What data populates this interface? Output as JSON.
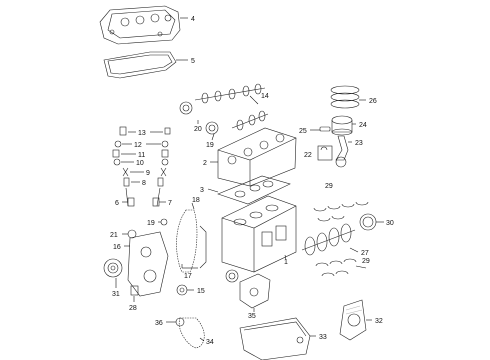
{
  "diagram": {
    "parts": [
      {
        "id": "valve-cover",
        "label": "4"
      },
      {
        "id": "cover-gasket",
        "label": "5"
      },
      {
        "id": "camshaft-intake",
        "label": "14"
      },
      {
        "id": "camshaft-exhaust",
        "label": "19"
      },
      {
        "id": "cam-gear",
        "label": "20"
      },
      {
        "id": "piston-rings",
        "label": "26"
      },
      {
        "id": "piston",
        "label": "24"
      },
      {
        "id": "pin",
        "label": "25"
      },
      {
        "id": "bearing-clip",
        "label": "22"
      },
      {
        "id": "connecting-rod",
        "label": "23"
      },
      {
        "id": "valve-13",
        "label": "13"
      },
      {
        "id": "valve-12",
        "label": "12"
      },
      {
        "id": "valve-11",
        "label": "11"
      },
      {
        "id": "valve-10",
        "label": "10"
      },
      {
        "id": "valve-9",
        "label": "9"
      },
      {
        "id": "valve-8",
        "label": "8"
      },
      {
        "id": "cylinder-head",
        "label": "2"
      },
      {
        "id": "head-gasket",
        "label": "3"
      },
      {
        "id": "main-bearings-top",
        "label": "29"
      },
      {
        "id": "rear-seal",
        "label": "30"
      },
      {
        "id": "crankshaft",
        "label": "27"
      },
      {
        "id": "main-bearings-bottom",
        "label": "29"
      },
      {
        "id": "tensioner",
        "label": "6"
      },
      {
        "id": "guide",
        "label": "7"
      },
      {
        "id": "bolt-18",
        "label": "18"
      },
      {
        "id": "timing-chain",
        "label": "19"
      },
      {
        "id": "seal-21",
        "label": "21"
      },
      {
        "id": "timing-cover",
        "label": "16"
      },
      {
        "id": "balancer",
        "label": "31"
      },
      {
        "id": "chain-guide",
        "label": "17"
      },
      {
        "id": "engine-block",
        "label": "1"
      },
      {
        "id": "oil-pump-gear",
        "label": "15"
      },
      {
        "id": "plug",
        "label": "28"
      },
      {
        "id": "oil-pump",
        "label": "35"
      },
      {
        "id": "seal-housing",
        "label": "32"
      },
      {
        "id": "balance-shaft-chain",
        "label": "34"
      },
      {
        "id": "gear-36",
        "label": "36"
      },
      {
        "id": "oil-pan",
        "label": "33"
      }
    ]
  }
}
